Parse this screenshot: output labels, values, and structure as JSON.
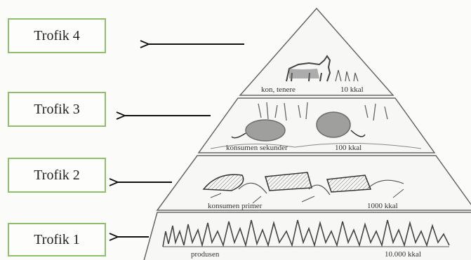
{
  "labels": {
    "trophic_4": "Trofik 4",
    "trophic_3": "Trofik 3",
    "trophic_2": "Trofik 2",
    "trophic_1": "Trofik 1"
  },
  "pyramid": {
    "level_4": {
      "caption": "kon, tenere",
      "energy": "10 kkal"
    },
    "level_3": {
      "caption": "konsumen sekunder",
      "energy": "100 kkal"
    },
    "level_2": {
      "caption": "konsumen primer",
      "energy": "1000 kkal"
    },
    "level_1": {
      "caption": "produsen",
      "energy": "10.000 kkal"
    }
  },
  "colors": {
    "box_border": "#8fbf6a",
    "line": "#555555",
    "arrow": "#111111"
  }
}
